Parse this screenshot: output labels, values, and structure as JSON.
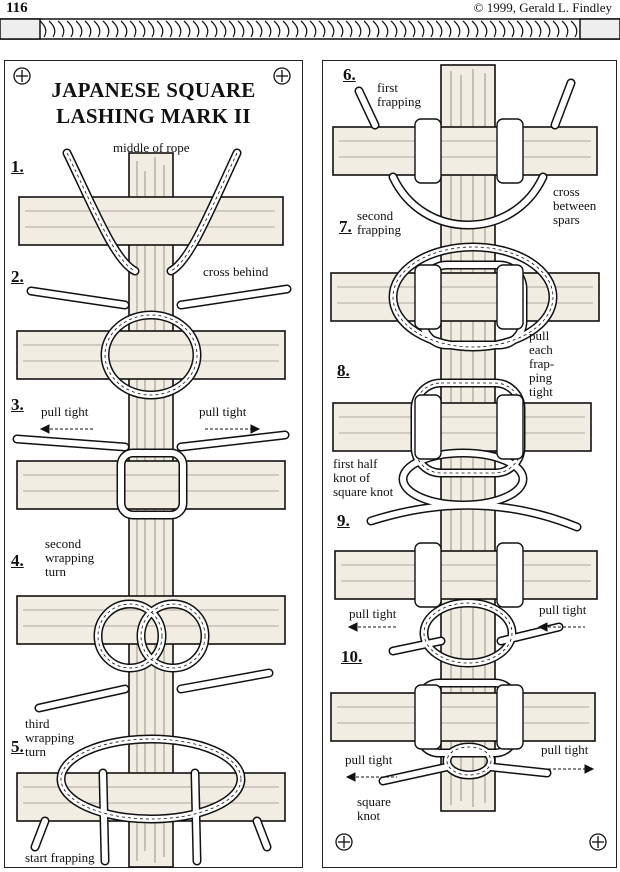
{
  "header": {
    "page_number": "116",
    "copyright": "© 1999, Gerald L. Findley"
  },
  "title": {
    "line1": "JAPANESE SQUARE",
    "line2": "LASHING MARK II"
  },
  "left_steps": [
    {
      "num": "1.",
      "label": "middle of rope"
    },
    {
      "num": "2.",
      "label": "cross behind"
    },
    {
      "num": "3.",
      "label_left": "pull tight",
      "label_right": "pull tight"
    },
    {
      "num": "4.",
      "label_lines": [
        "second",
        "wrapping",
        "turn"
      ]
    },
    {
      "num": "5.",
      "label_lines": [
        "third",
        "wrapping",
        "turn"
      ],
      "bottom_label": "start frapping"
    }
  ],
  "right_steps": [
    {
      "num": "6.",
      "label_lines": [
        "first",
        "frapping"
      ],
      "side_label_lines": [
        "cross",
        "between",
        "spars"
      ]
    },
    {
      "num": "7.",
      "label_lines": [
        "second",
        "frapping"
      ],
      "side_label_lines": [
        "pull",
        "each",
        "frap-",
        "ping",
        "tight"
      ]
    },
    {
      "num": "8.",
      "label_lines": [
        "first half",
        "knot of",
        "square knot"
      ]
    },
    {
      "num": "9.",
      "label_left": "pull tight",
      "label_right": "pull tight"
    },
    {
      "num": "10.",
      "label_left": "pull tight",
      "label_right": "pull tight",
      "bottom_label_lines": [
        "square",
        "knot"
      ]
    }
  ],
  "colors": {
    "ink": "#111111",
    "wood": "#f2ede2",
    "rope": "#ffffff"
  },
  "icons": [
    "registration-plus-icon",
    "rope-border-icon"
  ]
}
